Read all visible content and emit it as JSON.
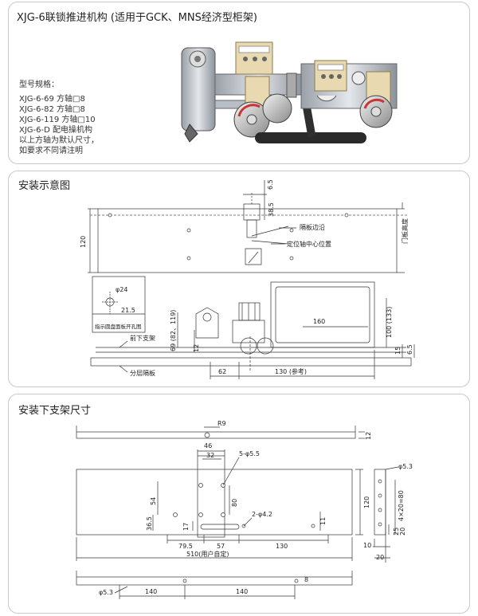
{
  "header": {
    "title": "XJG-6联锁推进机构 (适用于GCK、MNS经济型柜架)"
  },
  "specs": {
    "heading": "型号规格：",
    "lines": [
      "XJG-6-69 方轴□8",
      "XJG-6-82 方轴□8",
      "XJG-6-119 方轴□10",
      "XJG-6-D 配电操机构",
      "以上方轴为默认尺寸，",
      "如要求不同请注明"
    ]
  },
  "install_diagram": {
    "title": "安装示意图",
    "labels": {
      "partition_edge": "隔板边沿",
      "shaft_center": "定位轴中心位置",
      "door_height": "门板高度",
      "front_bracket": "前下支架",
      "layer_partition": "分层隔板",
      "panel_hole": "指示圆盘面板开孔图"
    },
    "dims": {
      "d6_5_top": "6.5",
      "d38_5": "38.5",
      "d120": "120",
      "phi24": "φ24",
      "d21_5": "21.5",
      "d69": "69 (82、119)",
      "d12": "12",
      "d160": "160",
      "d100": "100 (133)",
      "d15": "15",
      "d6_5_bottom": "6.5",
      "d62": "62",
      "d130": "130 (参考)"
    }
  },
  "bracket_diagram": {
    "title": "安装下支架尺寸",
    "dims": {
      "r9": "R9",
      "d12_top": "12",
      "d46": "46",
      "d32": "32",
      "holes_5": "5-φ5.5",
      "d54": "54",
      "d80": "80",
      "holes_2": "2-φ4.2",
      "d120": "120",
      "d36_5": "36.5",
      "d17": "17",
      "d11": "11",
      "d79_5": "79.5",
      "d57": "57",
      "d130": "130",
      "d510": "510(用户自定)",
      "phi5_3_right": "φ5.3",
      "d4x20": "4×20=80",
      "d25": "25",
      "d20_a": "20",
      "d10": "10",
      "d20_b": "20",
      "d8": "8",
      "phi5_3_bottom": "φ5.3",
      "d140_a": "140",
      "d140_b": "140"
    }
  },
  "colors": {
    "panel_border": "#c9c9c9",
    "line": "#333333",
    "metal": "#c8ccd2",
    "terminal": "#e8d9b0",
    "handle": "#2a2a2a"
  }
}
